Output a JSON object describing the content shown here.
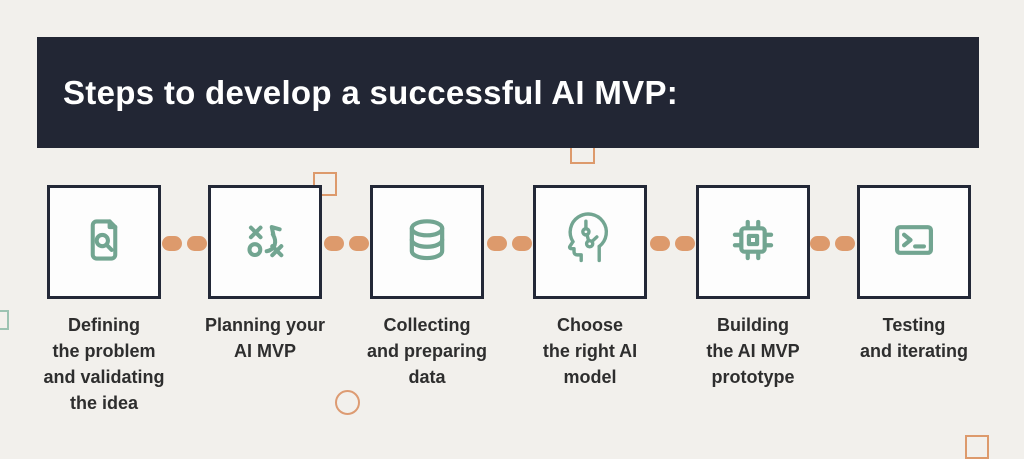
{
  "header": {
    "title": "Steps to develop a successful AI MVP:"
  },
  "steps": [
    {
      "icon": "file-search-icon",
      "label": "Defining\nthe problem\nand validating\nthe idea"
    },
    {
      "icon": "strategy-icon",
      "label": "Planning your\nAI MVP"
    },
    {
      "icon": "database-icon",
      "label": "Collecting\nand preparing\ndata"
    },
    {
      "icon": "ai-head-icon",
      "label": "Choose\nthe right AI\nmodel"
    },
    {
      "icon": "cpu-icon",
      "label": "Building\nthe AI MVP\nprototype"
    },
    {
      "icon": "terminal-icon",
      "label": "Testing\nand iterating"
    }
  ],
  "colors": {
    "background": "#f2f0ec",
    "header_bg": "#222634",
    "icon_green": "#72a591",
    "connector_orange": "#dd9a6c",
    "decor_green": "#9cc3b2",
    "box_border": "#232837",
    "label_text": "#2e2e2e"
  }
}
